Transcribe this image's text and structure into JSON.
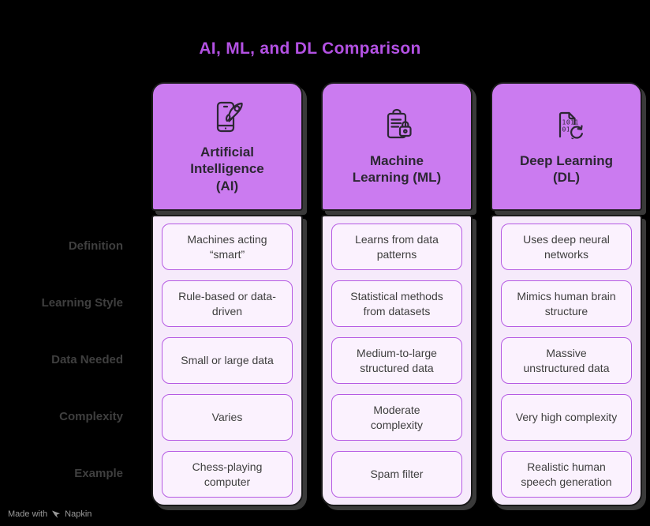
{
  "title": {
    "text": "AI, ML, and DL Comparison"
  },
  "rows": [
    {
      "label": "Definition"
    },
    {
      "label": "Learning Style"
    },
    {
      "label": "Data Needed"
    },
    {
      "label": "Complexity"
    },
    {
      "label": "Example"
    }
  ],
  "columns": [
    {
      "id": "ai",
      "title": "Artificial\nIntelligence\n(AI)",
      "icon": "phone-rocket-icon",
      "cells": [
        "Machines acting\n“smart”",
        "Rule-based or data-\ndriven",
        "Small or large data",
        "Varies",
        "Chess-playing\ncomputer"
      ]
    },
    {
      "id": "ml",
      "title": "Machine\nLearning (ML)",
      "icon": "clipboard-lock-icon",
      "cells": [
        "Learns from data\npatterns",
        "Statistical methods\nfrom datasets",
        "Medium-to-large\nstructured data",
        "Moderate\ncomplexity",
        "Spam filter"
      ]
    },
    {
      "id": "dl",
      "title": "Deep Learning\n(DL)",
      "icon": "binary-document-refresh-icon",
      "cells": [
        "Uses deep neural\nnetworks",
        "Mimics human brain\nstructure",
        "Massive\nunstructured data",
        "Very high complexity",
        "Realistic human\nspeech generation"
      ]
    }
  ],
  "watermark": {
    "prefix": "Made with",
    "brand": "Napkin",
    "icon": "napkin-logo-icon"
  },
  "colors": {
    "background": "#000000",
    "title_text": "#b351e3",
    "header_bg": "#cb7bf0",
    "header_text": "#2c2733",
    "body_bg": "#f6eafb",
    "cell_bg": "#fbf2fe",
    "cell_border": "#b55ae3",
    "cell_text": "#3e3e3e",
    "row_label_text": "#3f3f3f",
    "watermark_text": "#9a9a9a",
    "card_shadow": "#3a3a3a"
  }
}
